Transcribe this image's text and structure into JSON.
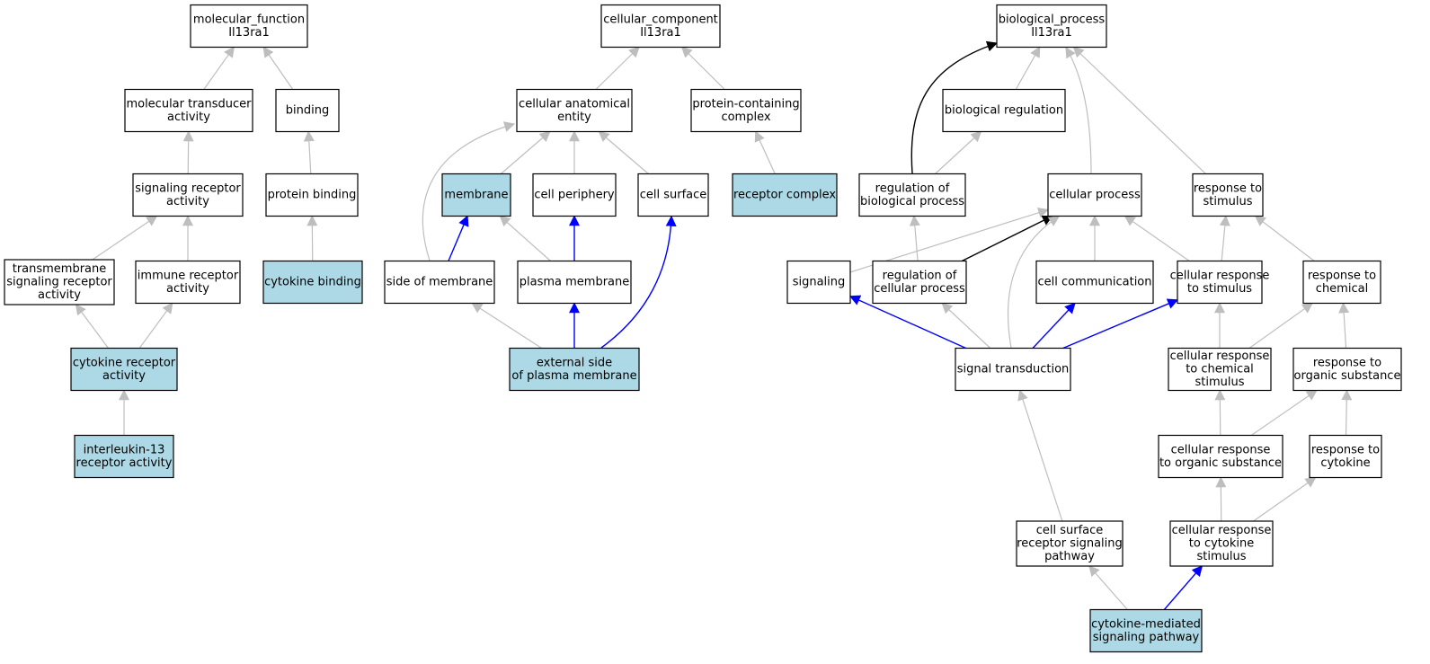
{
  "colors": {
    "highlight": "#add8e6",
    "plain": "#ffffff",
    "edge_default": "#bebebe",
    "edge_blue": "#0000ff",
    "edge_black": "#000000"
  },
  "nodes": [
    {
      "id": "mf_root",
      "lines": [
        "molecular_function",
        "Il13ra1"
      ],
      "hl": false
    },
    {
      "id": "mol_transducer",
      "lines": [
        "molecular transducer",
        "activity"
      ],
      "hl": false
    },
    {
      "id": "binding",
      "lines": [
        "binding"
      ],
      "hl": false
    },
    {
      "id": "sig_receptor",
      "lines": [
        "signaling receptor",
        "activity"
      ],
      "hl": false
    },
    {
      "id": "protein_binding",
      "lines": [
        "protein binding"
      ],
      "hl": false
    },
    {
      "id": "transmembrane",
      "lines": [
        "transmembrane",
        "signaling receptor",
        "activity"
      ],
      "hl": false
    },
    {
      "id": "immune_receptor",
      "lines": [
        "immune receptor",
        "activity"
      ],
      "hl": false
    },
    {
      "id": "cytokine_binding",
      "lines": [
        "cytokine binding"
      ],
      "hl": true
    },
    {
      "id": "cytokine_receptor",
      "lines": [
        "cytokine receptor",
        "activity"
      ],
      "hl": true
    },
    {
      "id": "il13_receptor",
      "lines": [
        "interleukin-13",
        "receptor activity"
      ],
      "hl": true
    },
    {
      "id": "cc_root",
      "lines": [
        "cellular_component",
        "Il13ra1"
      ],
      "hl": false
    },
    {
      "id": "cell_anat",
      "lines": [
        "cellular anatomical",
        "entity"
      ],
      "hl": false
    },
    {
      "id": "protein_complex",
      "lines": [
        "protein-containing",
        "complex"
      ],
      "hl": false
    },
    {
      "id": "membrane",
      "lines": [
        "membrane"
      ],
      "hl": true
    },
    {
      "id": "cell_periphery",
      "lines": [
        "cell periphery"
      ],
      "hl": false
    },
    {
      "id": "cell_surface",
      "lines": [
        "cell surface"
      ],
      "hl": false
    },
    {
      "id": "receptor_complex",
      "lines": [
        "receptor complex"
      ],
      "hl": true
    },
    {
      "id": "side_membrane",
      "lines": [
        "side of membrane"
      ],
      "hl": false
    },
    {
      "id": "plasma_membrane",
      "lines": [
        "plasma membrane"
      ],
      "hl": false
    },
    {
      "id": "ext_side",
      "lines": [
        "external side",
        "of plasma membrane"
      ],
      "hl": true
    },
    {
      "id": "bp_root",
      "lines": [
        "biological_process",
        "Il13ra1"
      ],
      "hl": false
    },
    {
      "id": "bio_reg",
      "lines": [
        "biological regulation"
      ],
      "hl": false
    },
    {
      "id": "reg_bio",
      "lines": [
        "regulation of",
        "biological process"
      ],
      "hl": false
    },
    {
      "id": "cell_process",
      "lines": [
        "cellular process"
      ],
      "hl": false
    },
    {
      "id": "resp_stim",
      "lines": [
        "response to",
        "stimulus"
      ],
      "hl": false
    },
    {
      "id": "signaling",
      "lines": [
        "signaling"
      ],
      "hl": false
    },
    {
      "id": "reg_cell",
      "lines": [
        "regulation of",
        "cellular process"
      ],
      "hl": false
    },
    {
      "id": "cell_comm",
      "lines": [
        "cell communication"
      ],
      "hl": false
    },
    {
      "id": "cell_resp_stim",
      "lines": [
        "cellular response",
        "to stimulus"
      ],
      "hl": false
    },
    {
      "id": "resp_chem",
      "lines": [
        "response to",
        "chemical"
      ],
      "hl": false
    },
    {
      "id": "sig_trans",
      "lines": [
        "signal transduction"
      ],
      "hl": false
    },
    {
      "id": "cell_resp_chem",
      "lines": [
        "cellular response",
        "to chemical",
        "stimulus"
      ],
      "hl": false
    },
    {
      "id": "resp_org",
      "lines": [
        "response to",
        "organic substance"
      ],
      "hl": false
    },
    {
      "id": "cell_resp_org",
      "lines": [
        "cellular response",
        "to organic substance"
      ],
      "hl": false
    },
    {
      "id": "resp_cytokine",
      "lines": [
        "response to",
        "cytokine"
      ],
      "hl": false
    },
    {
      "id": "cell_surface_rec",
      "lines": [
        "cell surface",
        "receptor signaling",
        "pathway"
      ],
      "hl": false
    },
    {
      "id": "cell_resp_cytokine",
      "lines": [
        "cellular response",
        "to cytokine",
        "stimulus"
      ],
      "hl": false
    },
    {
      "id": "cytokine_mediated",
      "lines": [
        "cytokine-mediated",
        "signaling pathway"
      ],
      "hl": true
    }
  ],
  "edges": [
    {
      "from": "mol_transducer",
      "to": "mf_root",
      "color": "gray"
    },
    {
      "from": "binding",
      "to": "mf_root",
      "color": "gray"
    },
    {
      "from": "sig_receptor",
      "to": "mol_transducer",
      "color": "gray"
    },
    {
      "from": "protein_binding",
      "to": "binding",
      "color": "gray"
    },
    {
      "from": "transmembrane",
      "to": "sig_receptor",
      "color": "gray"
    },
    {
      "from": "immune_receptor",
      "to": "sig_receptor",
      "color": "gray"
    },
    {
      "from": "cytokine_binding",
      "to": "protein_binding",
      "color": "gray"
    },
    {
      "from": "cytokine_receptor",
      "to": "transmembrane",
      "color": "gray"
    },
    {
      "from": "cytokine_receptor",
      "to": "immune_receptor",
      "color": "gray"
    },
    {
      "from": "il13_receptor",
      "to": "cytokine_receptor",
      "color": "gray"
    },
    {
      "from": "cell_anat",
      "to": "cc_root",
      "color": "gray"
    },
    {
      "from": "protein_complex",
      "to": "cc_root",
      "color": "gray"
    },
    {
      "from": "membrane",
      "to": "cell_anat",
      "color": "gray"
    },
    {
      "from": "cell_periphery",
      "to": "cell_anat",
      "color": "gray"
    },
    {
      "from": "cell_surface",
      "to": "cell_anat",
      "color": "gray"
    },
    {
      "from": "side_membrane",
      "to": "cell_anat",
      "color": "gray"
    },
    {
      "from": "receptor_complex",
      "to": "protein_complex",
      "color": "gray"
    },
    {
      "from": "side_membrane",
      "to": "membrane",
      "color": "blue"
    },
    {
      "from": "plasma_membrane",
      "to": "membrane",
      "color": "gray"
    },
    {
      "from": "plasma_membrane",
      "to": "cell_periphery",
      "color": "blue"
    },
    {
      "from": "ext_side",
      "to": "side_membrane",
      "color": "gray"
    },
    {
      "from": "ext_side",
      "to": "plasma_membrane",
      "color": "blue"
    },
    {
      "from": "ext_side",
      "to": "cell_surface",
      "color": "blue"
    },
    {
      "from": "reg_bio",
      "to": "bp_root",
      "color": "black"
    },
    {
      "from": "bio_reg",
      "to": "bp_root",
      "color": "gray"
    },
    {
      "from": "cell_process",
      "to": "bp_root",
      "color": "gray"
    },
    {
      "from": "resp_stim",
      "to": "bp_root",
      "color": "gray"
    },
    {
      "from": "reg_bio",
      "to": "bio_reg",
      "color": "gray"
    },
    {
      "from": "signaling",
      "to": "cell_process",
      "color": "gray"
    },
    {
      "from": "reg_cell",
      "to": "reg_bio",
      "color": "gray"
    },
    {
      "from": "reg_cell",
      "to": "cell_process",
      "color": "black"
    },
    {
      "from": "cell_comm",
      "to": "cell_process",
      "color": "gray"
    },
    {
      "from": "cell_resp_stim",
      "to": "cell_process",
      "color": "gray"
    },
    {
      "from": "cell_resp_stim",
      "to": "resp_stim",
      "color": "gray"
    },
    {
      "from": "resp_chem",
      "to": "resp_stim",
      "color": "gray"
    },
    {
      "from": "sig_trans",
      "to": "signaling",
      "color": "blue"
    },
    {
      "from": "sig_trans",
      "to": "reg_cell",
      "color": "gray"
    },
    {
      "from": "sig_trans",
      "to": "cell_comm",
      "color": "blue"
    },
    {
      "from": "sig_trans",
      "to": "cell_resp_stim",
      "color": "blue"
    },
    {
      "from": "sig_trans",
      "to": "cell_process",
      "color": "gray"
    },
    {
      "from": "cell_resp_chem",
      "to": "cell_resp_stim",
      "color": "gray"
    },
    {
      "from": "cell_resp_chem",
      "to": "resp_chem",
      "color": "gray"
    },
    {
      "from": "resp_org",
      "to": "resp_chem",
      "color": "gray"
    },
    {
      "from": "cell_resp_org",
      "to": "cell_resp_chem",
      "color": "gray"
    },
    {
      "from": "cell_resp_org",
      "to": "resp_org",
      "color": "gray"
    },
    {
      "from": "resp_cytokine",
      "to": "resp_org",
      "color": "gray"
    },
    {
      "from": "cell_surface_rec",
      "to": "sig_trans",
      "color": "gray"
    },
    {
      "from": "cell_resp_cytokine",
      "to": "cell_resp_org",
      "color": "gray"
    },
    {
      "from": "cell_resp_cytokine",
      "to": "resp_cytokine",
      "color": "gray"
    },
    {
      "from": "cytokine_mediated",
      "to": "cell_surface_rec",
      "color": "gray"
    },
    {
      "from": "cytokine_mediated",
      "to": "cell_resp_cytokine",
      "color": "blue"
    }
  ]
}
